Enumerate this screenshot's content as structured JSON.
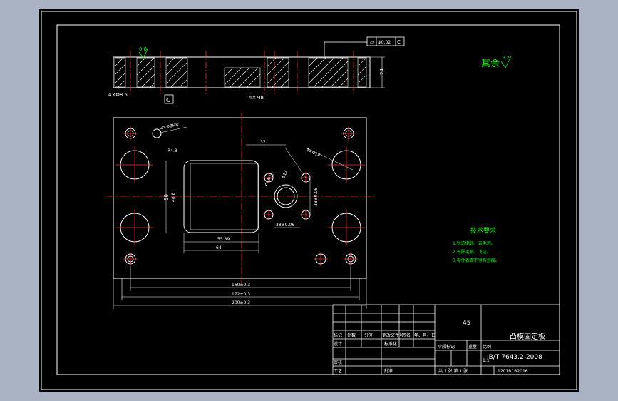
{
  "drawing": {
    "roughness_all": "其余",
    "roughness_all_value": "3.2",
    "roughness_top": "0.8",
    "flatness_symbol": "⏥",
    "flatness_tol": "Φ0.02",
    "datum": "C",
    "datum_label": "C",
    "height_dim": "24",
    "holes_left": "4×Φ8.5",
    "holes_mid": "4×M8",
    "hole_top_left": "2×Φ8H8",
    "hole_dim_top": "37",
    "hole_right_top": "4×Φ14",
    "corner_r": "R4.8",
    "hole_2x": "2×M10",
    "inner_w": "55.89",
    "inner_w2": "64",
    "inner_h": "48.8",
    "vert_h": "90",
    "center_dim_h": "38±0.06",
    "center_dim_v": "38±0.06",
    "slot_label": "Φ17",
    "dim_1": "160±0.3",
    "dim_2": "172±0.3",
    "dim_3": "200±0.3",
    "tech_title": "技术要求",
    "tech_1": "1.锐边倒钝，去毛刺。",
    "tech_2": "2.去除毛刺，飞边。",
    "tech_3": "3.零件表面不得有划痕。"
  },
  "title_block": {
    "material": "45",
    "part_name": "凸模固定板",
    "standard": "JB/T 7643.2-2008",
    "scale": "1:1",
    "sheet": "共 1 张   第 1 张",
    "code": "1201B1B2016",
    "col_mark": "标记",
    "col_qty": "处数",
    "col_zone": "分区",
    "col_doc": "更改文件号",
    "col_sign": "签名",
    "col_date": "年、月、日",
    "design": "设计",
    "standardization": "标准化",
    "stage_mark": "阶段标记",
    "weight": "重量",
    "ratio": "比例",
    "check": "审核",
    "process": "工艺",
    "approve": "批准"
  }
}
